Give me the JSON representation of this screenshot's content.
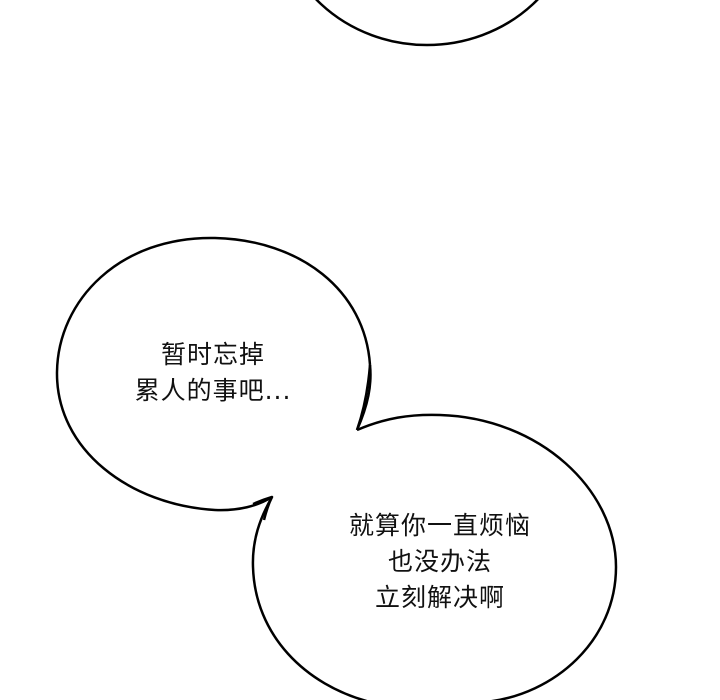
{
  "page": {
    "background_color": "#ffffff",
    "stroke_color": "#000000",
    "text_color": "#111111"
  },
  "bubbles": [
    {
      "id": "top-bubble",
      "partial": true,
      "lines": []
    },
    {
      "id": "bubble-1",
      "lines": [
        "暂时忘掉",
        "累人的事吧..."
      ]
    },
    {
      "id": "bubble-2",
      "lines": [
        "就算你一直烦恼",
        "也没办法",
        "立刻解决啊"
      ]
    }
  ]
}
